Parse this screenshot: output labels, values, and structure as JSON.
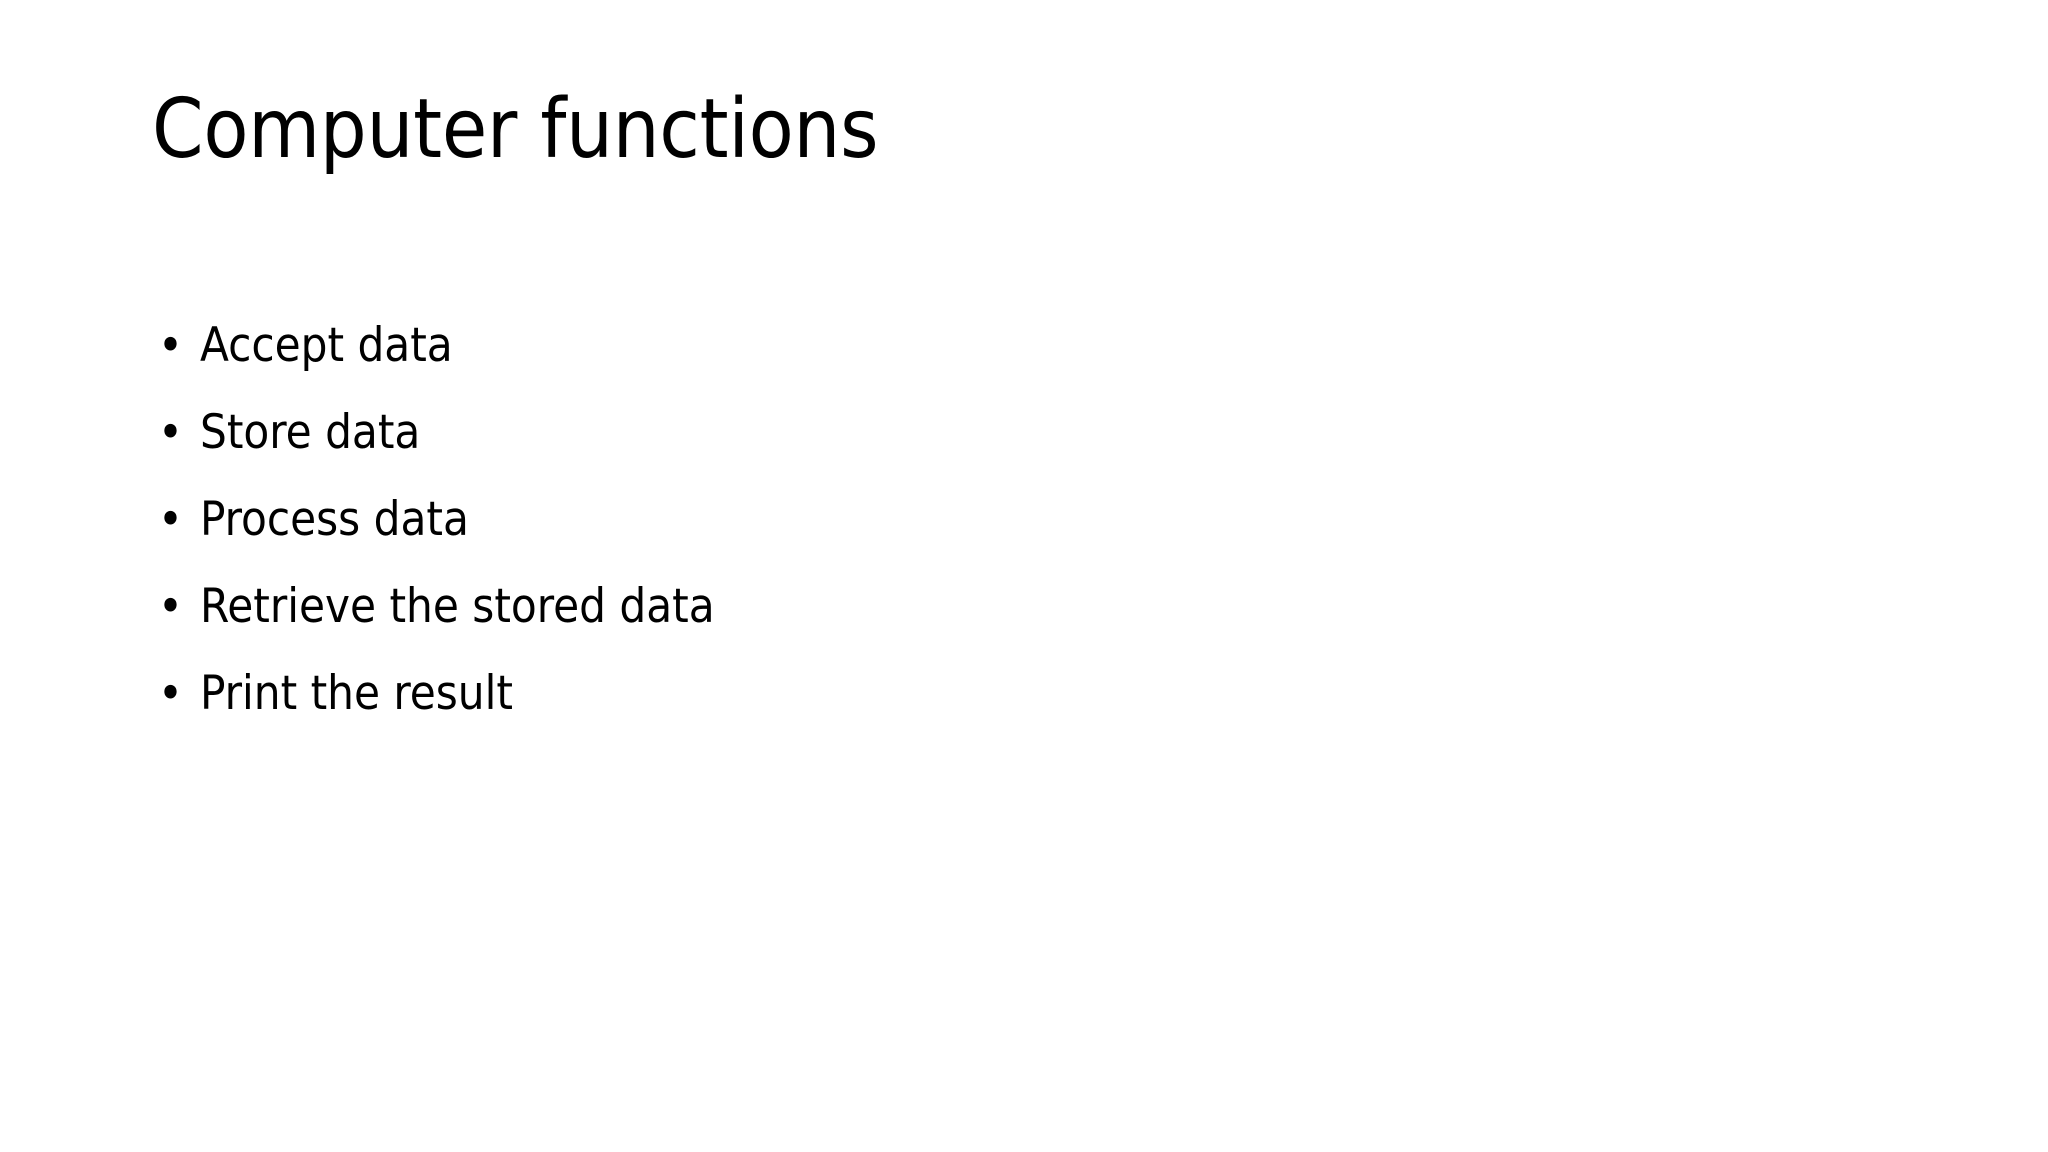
{
  "slide": {
    "background_color": "#ffffff",
    "text_color": "#000000",
    "title": "Computer functions",
    "bullet_marker": "•",
    "bullets": [
      {
        "text": "Accept data"
      },
      {
        "text": "Store data"
      },
      {
        "text": "Process data"
      },
      {
        "text": "Retrieve the stored data"
      },
      {
        "text": "Print the result"
      }
    ]
  }
}
